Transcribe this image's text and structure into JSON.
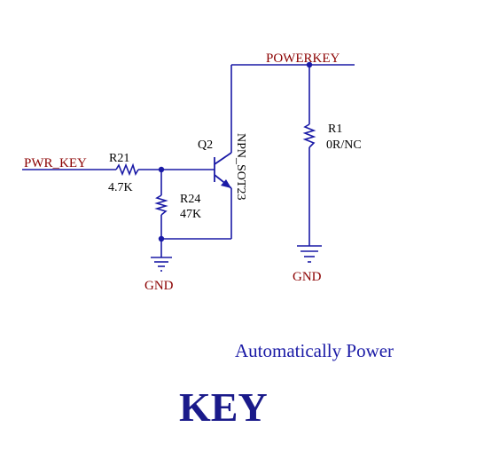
{
  "schematic": {
    "nets": {
      "pwr_key": "PWR_KEY",
      "powerkey": "POWERKEY"
    },
    "r21": {
      "ref": "R21",
      "value": "4.7K"
    },
    "r24": {
      "ref": "R24",
      "value": "47K"
    },
    "q2": {
      "ref": "Q2",
      "part": "NPN_SOT23"
    },
    "r1": {
      "ref": "R1",
      "value": "0R/NC"
    },
    "gnd_left": "GND",
    "gnd_right": "GND",
    "colors": {
      "wire": "#1a1aa6",
      "net_label": "#8b0000",
      "component": "#8b0000",
      "text": "#000000"
    }
  },
  "caption": {
    "line1": "Automatically Power",
    "line2": "KEY"
  }
}
